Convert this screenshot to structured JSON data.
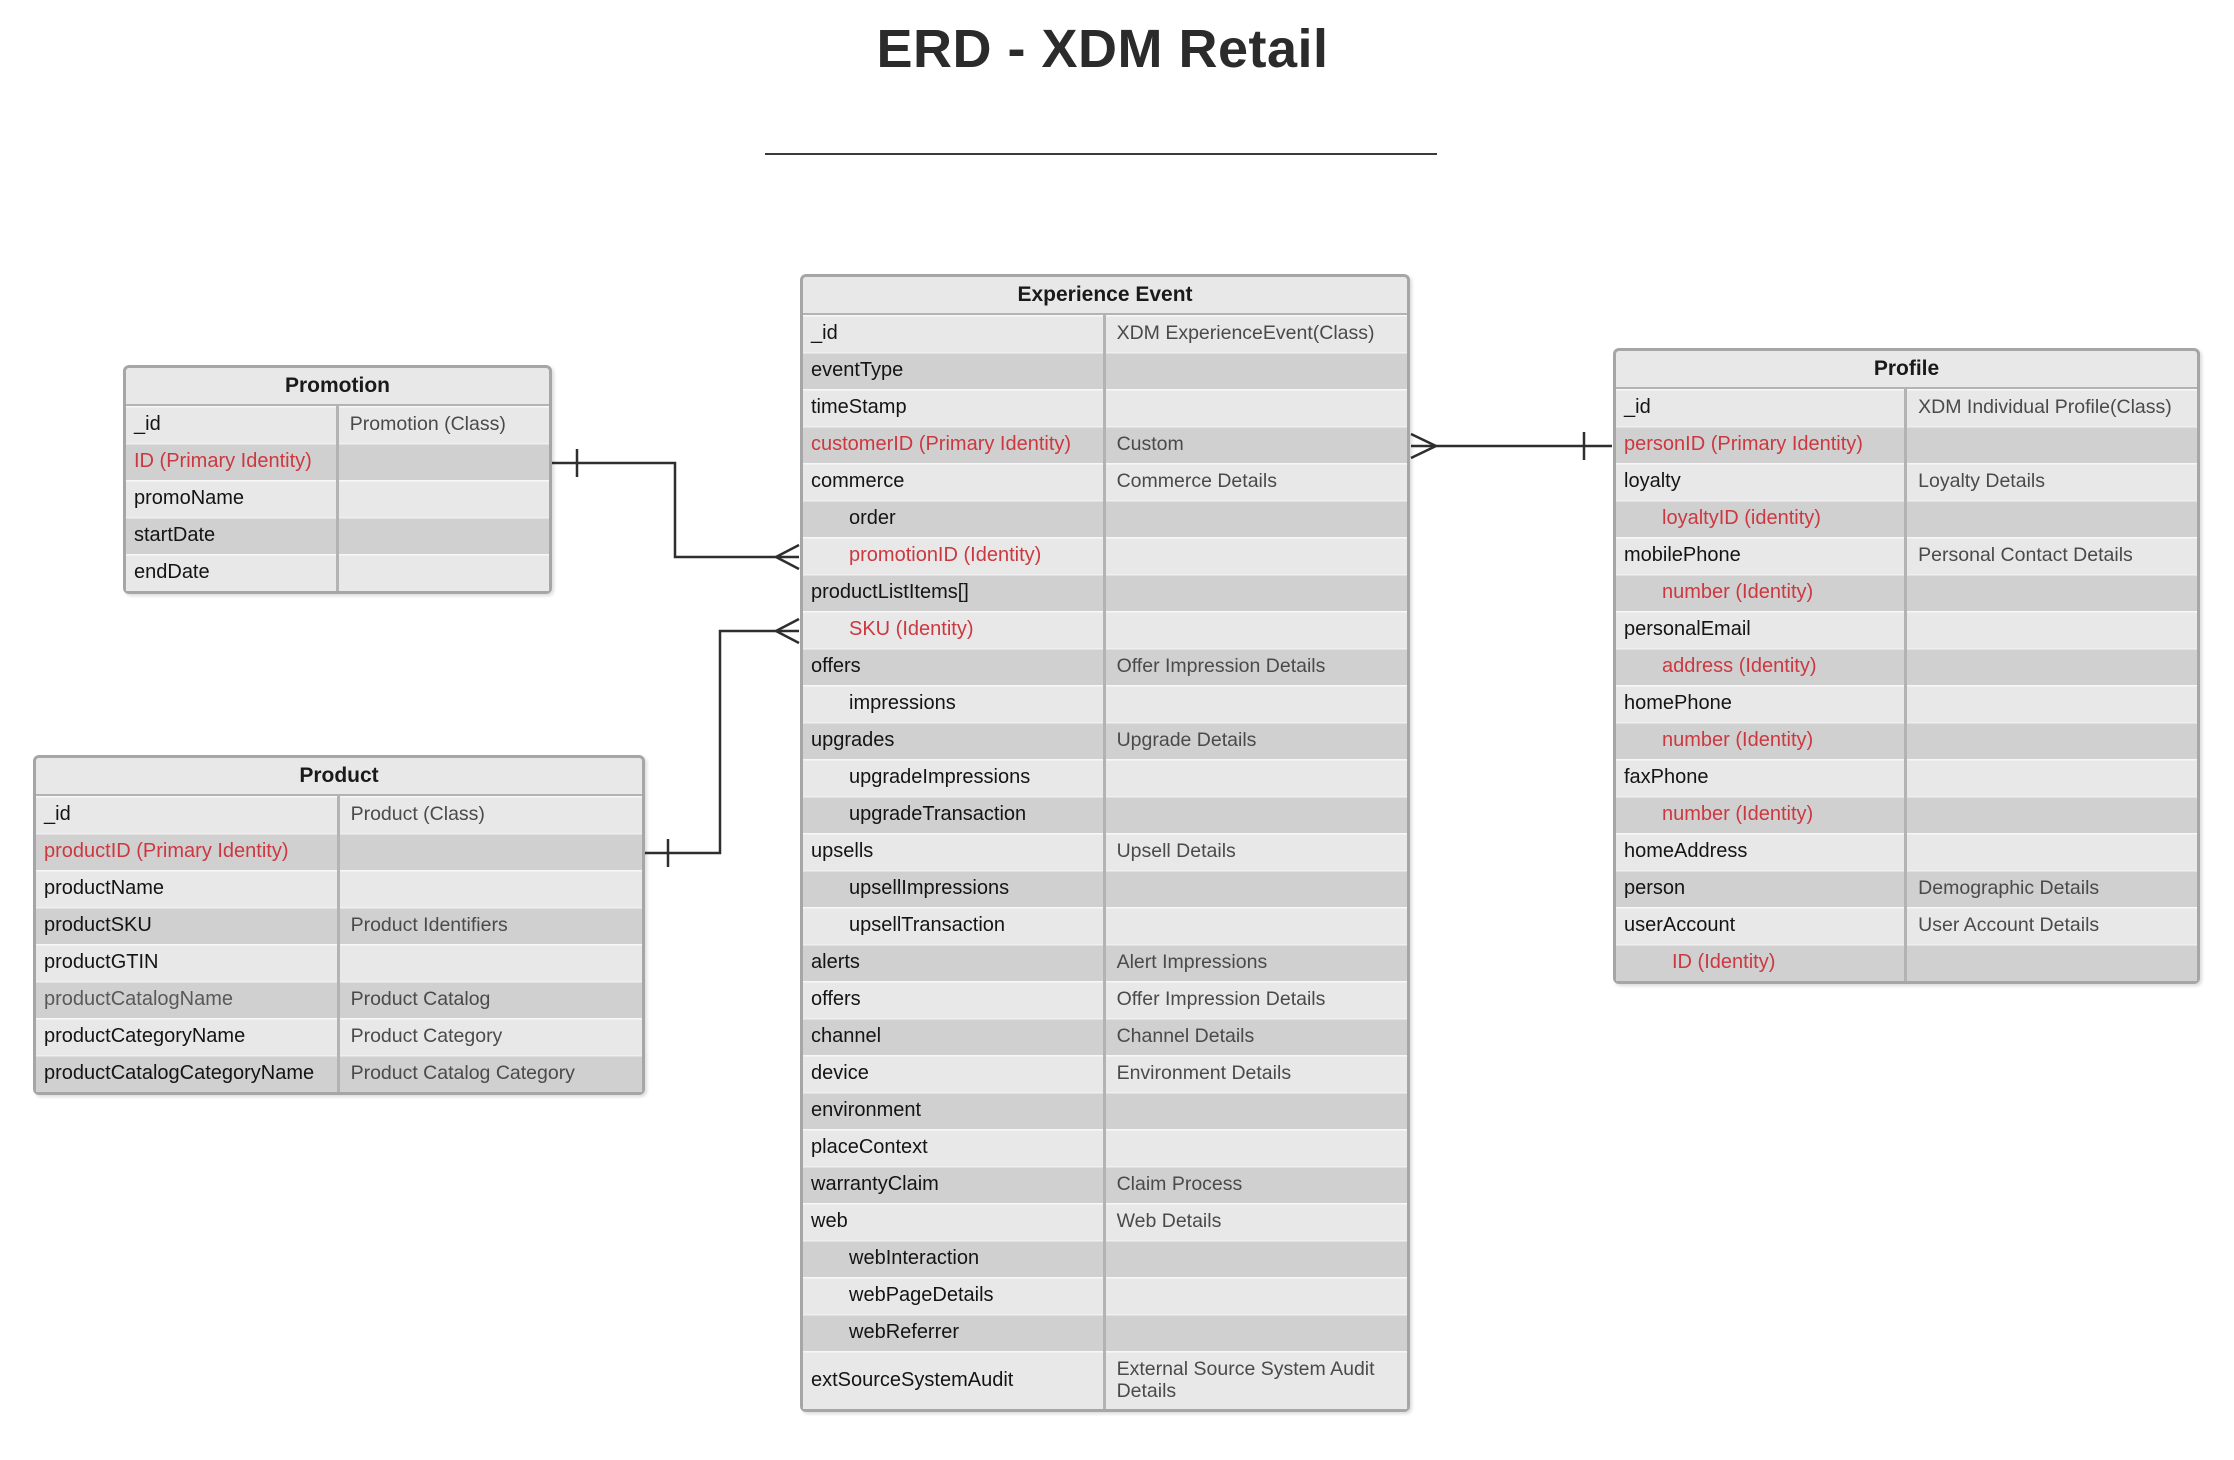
{
  "title": "ERD - XDM Retail",
  "colors": {
    "identity_red": "#cc3840",
    "row_light": "#e8e8e8",
    "row_dark": "#d0d0d0",
    "table_border": "#a6a6a6",
    "divider": "#b3b3b3",
    "connector": "#2e2e2e",
    "field_text": "#141414",
    "desc_text": "#4a4a4a"
  },
  "entities": [
    {
      "name": "Promotion",
      "rows": [
        {
          "field": "_id",
          "desc": "Promotion (Class)",
          "red": false,
          "indent": 0
        },
        {
          "field": "ID (Primary Identity)",
          "desc": "",
          "red": true,
          "indent": 0
        },
        {
          "field": "promoName",
          "desc": "",
          "red": false,
          "indent": 0
        },
        {
          "field": "startDate",
          "desc": "",
          "red": false,
          "indent": 0
        },
        {
          "field": "endDate",
          "desc": "",
          "red": false,
          "indent": 0
        }
      ]
    },
    {
      "name": "Product",
      "rows": [
        {
          "field": "_id",
          "desc": "Product (Class)",
          "red": false,
          "indent": 0
        },
        {
          "field": "productID (Primary Identity)",
          "desc": "",
          "red": true,
          "indent": 0
        },
        {
          "field": "productName",
          "desc": "",
          "red": false,
          "indent": 0
        },
        {
          "field": "productSKU",
          "desc": "Product Identifiers",
          "red": false,
          "indent": 0
        },
        {
          "field": "productGTIN",
          "desc": "",
          "red": false,
          "indent": 0
        },
        {
          "field": "productCatalogName",
          "desc": "Product Catalog",
          "red": false,
          "indent": 0,
          "muted": true
        },
        {
          "field": "productCategoryName",
          "desc": "Product Category",
          "red": false,
          "indent": 0
        },
        {
          "field": "productCatalogCategoryName",
          "desc": "Product Catalog Category",
          "red": false,
          "indent": 0
        }
      ]
    },
    {
      "name": "Experience Event",
      "rows": [
        {
          "field": "_id",
          "desc": "XDM ExperienceEvent(Class)",
          "red": false,
          "indent": 0
        },
        {
          "field": "eventType",
          "desc": "",
          "red": false,
          "indent": 0
        },
        {
          "field": "timeStamp",
          "desc": "",
          "red": false,
          "indent": 0
        },
        {
          "field": "customerID (Primary Identity)",
          "desc": "Custom",
          "red": true,
          "indent": 0
        },
        {
          "field": "commerce",
          "desc": "Commerce Details",
          "red": false,
          "indent": 0
        },
        {
          "field": "order",
          "desc": "",
          "red": false,
          "indent": 1
        },
        {
          "field": "promotionID (Identity)",
          "desc": "",
          "red": true,
          "indent": 1
        },
        {
          "field": "productListItems[]",
          "desc": "",
          "red": false,
          "indent": 0
        },
        {
          "field": "SKU (Identity)",
          "desc": "",
          "red": true,
          "indent": 1
        },
        {
          "field": "offers",
          "desc": "Offer Impression Details",
          "red": false,
          "indent": 0
        },
        {
          "field": "impressions",
          "desc": "",
          "red": false,
          "indent": 1
        },
        {
          "field": "upgrades",
          "desc": "Upgrade Details",
          "red": false,
          "indent": 0
        },
        {
          "field": "upgradeImpressions",
          "desc": "",
          "red": false,
          "indent": 1
        },
        {
          "field": "upgradeTransaction",
          "desc": "",
          "red": false,
          "indent": 1
        },
        {
          "field": "upsells",
          "desc": "Upsell Details",
          "red": false,
          "indent": 0
        },
        {
          "field": "upsellImpressions",
          "desc": "",
          "red": false,
          "indent": 1
        },
        {
          "field": "upsellTransaction",
          "desc": "",
          "red": false,
          "indent": 1
        },
        {
          "field": "alerts",
          "desc": "Alert Impressions",
          "red": false,
          "indent": 0
        },
        {
          "field": "offers",
          "desc": "Offer Impression Details",
          "red": false,
          "indent": 0
        },
        {
          "field": "channel",
          "desc": "Channel Details",
          "red": false,
          "indent": 0
        },
        {
          "field": "device",
          "desc": "Environment Details",
          "red": false,
          "indent": 0
        },
        {
          "field": "environment",
          "desc": "",
          "red": false,
          "indent": 0
        },
        {
          "field": "placeContext",
          "desc": "",
          "red": false,
          "indent": 0
        },
        {
          "field": "warrantyClaim",
          "desc": "Claim Process",
          "red": false,
          "indent": 0
        },
        {
          "field": "web",
          "desc": "Web Details",
          "red": false,
          "indent": 0
        },
        {
          "field": "webInteraction",
          "desc": "",
          "red": false,
          "indent": 1
        },
        {
          "field": "webPageDetails",
          "desc": "",
          "red": false,
          "indent": 1
        },
        {
          "field": "webReferrer",
          "desc": "",
          "red": false,
          "indent": 1
        },
        {
          "field": "extSourceSystemAudit",
          "desc": "External Source System Audit Details",
          "red": false,
          "indent": 0,
          "tall": true
        }
      ]
    },
    {
      "name": "Profile",
      "rows": [
        {
          "field": "_id",
          "desc": "XDM Individual Profile(Class)",
          "red": false,
          "indent": 0
        },
        {
          "field": "personID (Primary Identity)",
          "desc": "",
          "red": true,
          "indent": 0
        },
        {
          "field": "loyalty",
          "desc": "Loyalty Details",
          "red": false,
          "indent": 0
        },
        {
          "field": "loyaltyID (identity)",
          "desc": "",
          "red": true,
          "indent": 1
        },
        {
          "field": "mobilePhone",
          "desc": "Personal Contact Details",
          "red": false,
          "indent": 0
        },
        {
          "field": "number (Identity)",
          "desc": "",
          "red": true,
          "indent": 1
        },
        {
          "field": "personalEmail",
          "desc": "",
          "red": false,
          "indent": 0
        },
        {
          "field": "address (Identity)",
          "desc": "",
          "red": true,
          "indent": 1
        },
        {
          "field": "homePhone",
          "desc": "",
          "red": false,
          "indent": 0
        },
        {
          "field": "number (Identity)",
          "desc": "",
          "red": true,
          "indent": 1
        },
        {
          "field": "faxPhone",
          "desc": "",
          "red": false,
          "indent": 0
        },
        {
          "field": "number (Identity)",
          "desc": "",
          "red": true,
          "indent": 1
        },
        {
          "field": "homeAddress",
          "desc": "",
          "red": false,
          "indent": 0
        },
        {
          "field": "person",
          "desc": "Demographic Details",
          "red": false,
          "indent": 0
        },
        {
          "field": "userAccount",
          "desc": "User Account Details",
          "red": false,
          "indent": 0
        },
        {
          "field": "ID (Identity)",
          "desc": "",
          "red": true,
          "indent": 2
        }
      ]
    }
  ],
  "relationships": [
    {
      "from_entity": "Promotion",
      "from_field": "ID (Primary Identity)",
      "from_cardinality": "one",
      "to_entity": "Experience Event",
      "to_field": "promotionID (Identity)",
      "to_cardinality": "many"
    },
    {
      "from_entity": "Product",
      "from_field": "productID (Primary Identity)",
      "from_cardinality": "one",
      "to_entity": "Experience Event",
      "to_field": "SKU (Identity)",
      "to_cardinality": "many"
    },
    {
      "from_entity": "Profile",
      "from_field": "personID (Primary Identity)",
      "from_cardinality": "one",
      "to_entity": "Experience Event",
      "to_field": "customerID (Primary Identity)",
      "to_cardinality": "many"
    }
  ]
}
